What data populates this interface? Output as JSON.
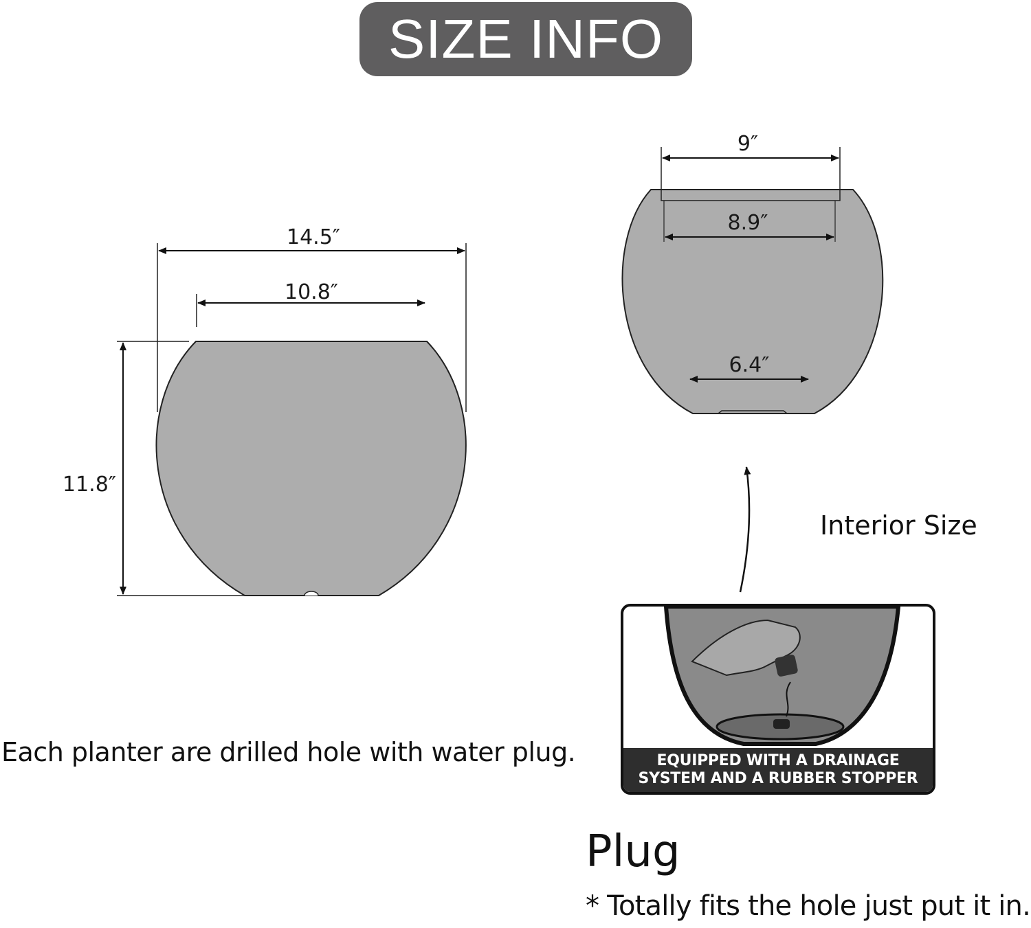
{
  "title": "SIZE INFO",
  "outer_dimensions": {
    "top_width": "14.5″",
    "opening_width": "10.8″",
    "height": "11.8″"
  },
  "interior_dimensions": {
    "rim_width": "9″",
    "inner_width": "8.9″",
    "base_width": "6.4″"
  },
  "interior_label": "Interior Size",
  "note": "Each planter are drilled hole with water plug.",
  "plug_caption_line1": "EQUIPPED WITH A DRAINAGE",
  "plug_caption_line2": "SYSTEM AND A RUBBER STOPPER",
  "plug_title": "Plug",
  "plug_note": "* Totally fits the hole just put it in.",
  "colors": {
    "badge": "#5f5e5f",
    "planter_fill": "#adadad",
    "caption_bar": "#2e2e2e"
  }
}
